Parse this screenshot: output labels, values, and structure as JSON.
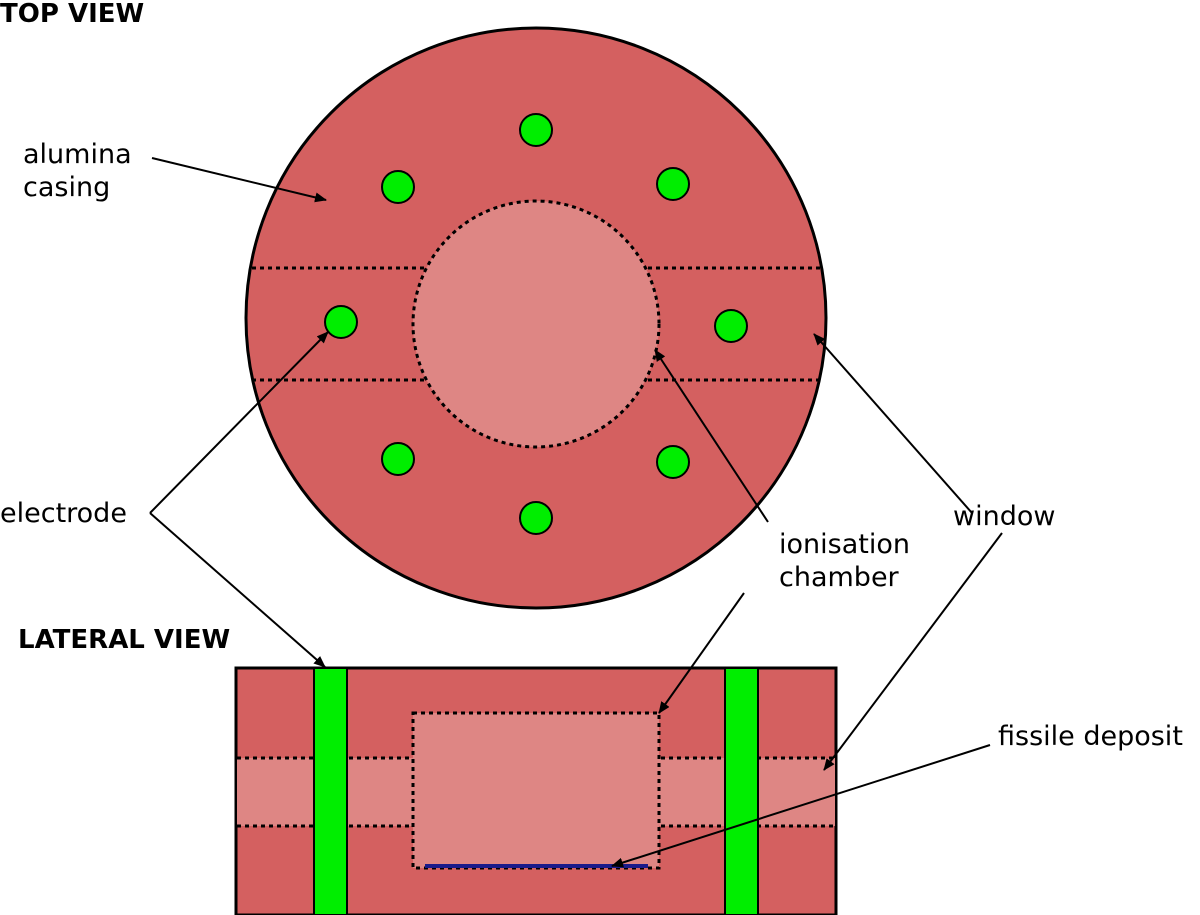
{
  "headings": {
    "top_view": "TOP VIEW",
    "lateral_view": "LATERAL VIEW"
  },
  "labels": {
    "alumina_line1": "alumina",
    "alumina_line2": "casing",
    "electrode": "electrode",
    "ionisation_line1": "ionisation",
    "ionisation_line2": "chamber",
    "window": "window",
    "fissile": "fissile deposit"
  },
  "colors": {
    "casing": "#d46060",
    "chamber": "#de8684",
    "electrode": "#00ee00",
    "deposit": "#1a1a8a"
  }
}
